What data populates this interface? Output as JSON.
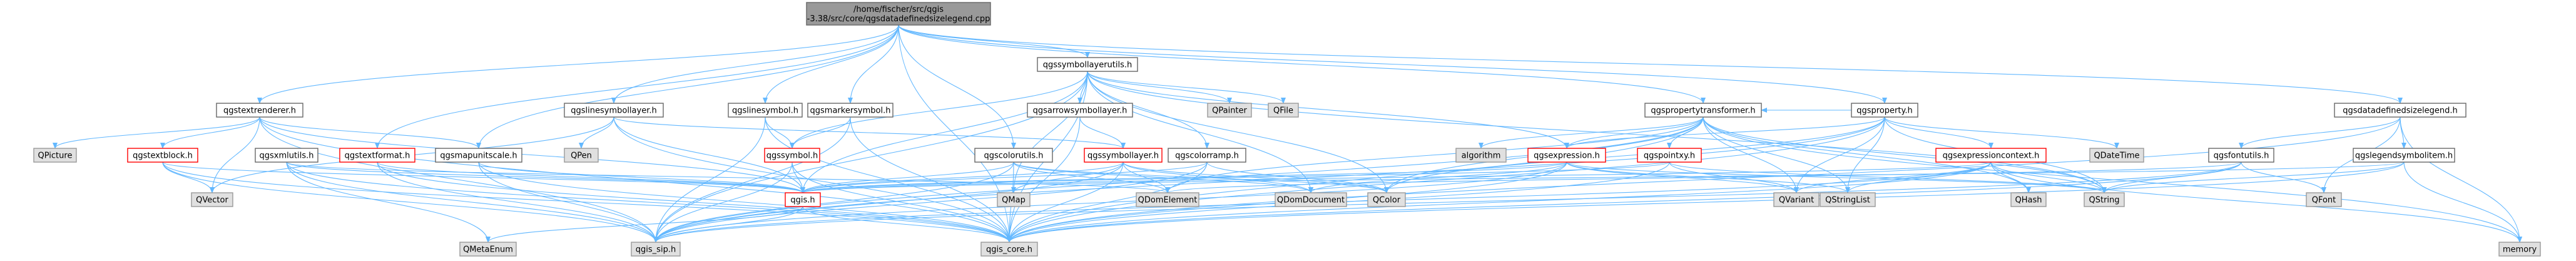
{
  "colors": {
    "root_fill": "#999999",
    "header_fill": "#ffffff",
    "header_border": "#666666",
    "red_border": "#ff0000",
    "external_fill": "#e0e0e0",
    "external_border": "#999999",
    "edge": "#63b8ff"
  },
  "nodes": {
    "root": {
      "lines": [
        "/home/fischer/src/qgis",
        "-3.38/src/core/qgsdatadefinedsizelegend.cpp"
      ],
      "kind": "root"
    },
    "qgssymbollayerutils": {
      "lines": [
        "qgssymbollayerutils.h"
      ],
      "kind": "header"
    },
    "qgstextrenderer": {
      "lines": [
        "qgstextrenderer.h"
      ],
      "kind": "header"
    },
    "qgslinesymbollayer": {
      "lines": [
        "qgslinesymbollayer.h"
      ],
      "kind": "header"
    },
    "qgslinesymbol": {
      "lines": [
        "qgslinesymbol.h"
      ],
      "kind": "header"
    },
    "qgsmarkersymbol": {
      "lines": [
        "qgsmarkersymbol.h"
      ],
      "kind": "header"
    },
    "qgsarrowsymbollayer": {
      "lines": [
        "qgsarrowsymbollayer.h"
      ],
      "kind": "header"
    },
    "qgspropertytransformer": {
      "lines": [
        "qgspropertytransformer.h"
      ],
      "kind": "header"
    },
    "qgsproperty": {
      "lines": [
        "qgsproperty.h"
      ],
      "kind": "header"
    },
    "qgsdatadefinedsizelegend": {
      "lines": [
        "qgsdatadefinedsizelegend.h"
      ],
      "kind": "header"
    },
    "qgstextblock": {
      "lines": [
        "qgstextblock.h"
      ],
      "kind": "red"
    },
    "qgsxmlutils": {
      "lines": [
        "qgsxmlutils.h"
      ],
      "kind": "header"
    },
    "qgstextformat": {
      "lines": [
        "qgstextformat.h"
      ],
      "kind": "red"
    },
    "qgsmapunitscale": {
      "lines": [
        "qgsmapunitscale.h"
      ],
      "kind": "header"
    },
    "qgssymbol": {
      "lines": [
        "qgssymbol.h"
      ],
      "kind": "red"
    },
    "qgscolorutils": {
      "lines": [
        "qgscolorutils.h"
      ],
      "kind": "header"
    },
    "qgssymbollayer": {
      "lines": [
        "qgssymbollayer.h"
      ],
      "kind": "red"
    },
    "qgscolorramp": {
      "lines": [
        "qgscolorramp.h"
      ],
      "kind": "header"
    },
    "qgsexpression": {
      "lines": [
        "qgsexpression.h"
      ],
      "kind": "red"
    },
    "qgspointxy": {
      "lines": [
        "qgspointxy.h"
      ],
      "kind": "red"
    },
    "qgsexpressioncontext": {
      "lines": [
        "qgsexpressioncontext.h"
      ],
      "kind": "red"
    },
    "qgsfontutils": {
      "lines": [
        "qgsfontutils.h"
      ],
      "kind": "header"
    },
    "qgslegendsymbolitem": {
      "lines": [
        "qgslegendsymbolitem.h"
      ],
      "kind": "header"
    },
    "qgis": {
      "lines": [
        "qgis.h"
      ],
      "kind": "red"
    },
    "QPicture": {
      "lines": [
        "QPicture"
      ],
      "kind": "external"
    },
    "QVector": {
      "lines": [
        "QVector"
      ],
      "kind": "external"
    },
    "QPen": {
      "lines": [
        "QPen"
      ],
      "kind": "external"
    },
    "QPainter": {
      "lines": [
        "QPainter"
      ],
      "kind": "external"
    },
    "QFile": {
      "lines": [
        "QFile"
      ],
      "kind": "external"
    },
    "algorithm": {
      "lines": [
        "algorithm"
      ],
      "kind": "external"
    },
    "QDateTime": {
      "lines": [
        "QDateTime"
      ],
      "kind": "external"
    },
    "QMap": {
      "lines": [
        "QMap"
      ],
      "kind": "external"
    },
    "QDomElement": {
      "lines": [
        "QDomElement"
      ],
      "kind": "external"
    },
    "QDomDocument": {
      "lines": [
        "QDomDocument"
      ],
      "kind": "external"
    },
    "QColor": {
      "lines": [
        "QColor"
      ],
      "kind": "external"
    },
    "QVariant": {
      "lines": [
        "QVariant"
      ],
      "kind": "external"
    },
    "QStringList": {
      "lines": [
        "QStringList"
      ],
      "kind": "external"
    },
    "QHash": {
      "lines": [
        "QHash"
      ],
      "kind": "external"
    },
    "QString": {
      "lines": [
        "QString"
      ],
      "kind": "external"
    },
    "QFont": {
      "lines": [
        "QFont"
      ],
      "kind": "external"
    },
    "QMetaEnum": {
      "lines": [
        "QMetaEnum"
      ],
      "kind": "external"
    },
    "qgis_sip": {
      "lines": [
        "qgis_sip.h"
      ],
      "kind": "external"
    },
    "qgis_core": {
      "lines": [
        "qgis_core.h"
      ],
      "kind": "external"
    },
    "memory": {
      "lines": [
        "memory"
      ],
      "kind": "external"
    }
  },
  "edges": [
    [
      "root",
      "qgssymbollayerutils"
    ],
    [
      "root",
      "qgstextrenderer"
    ],
    [
      "root",
      "qgslinesymbollayer"
    ],
    [
      "root",
      "qgslinesymbol"
    ],
    [
      "root",
      "qgsmarkersymbol"
    ],
    [
      "root",
      "qgscolorutils"
    ],
    [
      "root",
      "qgspropertytransformer"
    ],
    [
      "root",
      "qgsproperty"
    ],
    [
      "root",
      "qgsdatadefinedsizelegend"
    ],
    [
      "root",
      "qgis_core"
    ],
    [
      "root",
      "qgstextformat"
    ],
    [
      "root",
      "qgsmapunitscale"
    ],
    [
      "qgssymbollayerutils",
      "qgis_core"
    ],
    [
      "qgssymbollayerutils",
      "QPainter"
    ],
    [
      "qgssymbollayerutils",
      "QFile"
    ],
    [
      "qgssymbollayerutils",
      "qgssymbol"
    ],
    [
      "qgssymbollayerutils",
      "qgsarrowsymbollayer"
    ],
    [
      "qgssymbollayerutils",
      "qgscolorramp"
    ],
    [
      "qgssymbollayerutils",
      "QMap"
    ],
    [
      "qgssymbollayerutils",
      "QColor"
    ],
    [
      "qgssymbollayerutils",
      "QString"
    ],
    [
      "qgssymbollayerutils",
      "qgis_sip"
    ],
    [
      "qgssymbollayerutils",
      "qgis"
    ],
    [
      "qgssymbollayerutils",
      "QDomDocument"
    ],
    [
      "qgssymbollayerutils",
      "qgsexpression"
    ],
    [
      "qgstextrenderer",
      "QPicture"
    ],
    [
      "qgstextrenderer",
      "qgstextblock"
    ],
    [
      "qgstextrenderer",
      "QVector"
    ],
    [
      "qgstextrenderer",
      "qgis_core"
    ],
    [
      "qgstextrenderer",
      "qgis_sip"
    ],
    [
      "qgstextrenderer",
      "qgsmapunitscale"
    ],
    [
      "qgstextrenderer",
      "qgis"
    ],
    [
      "qgstextblock",
      "QVector"
    ],
    [
      "qgstextblock",
      "qgis_core"
    ],
    [
      "qgstextblock",
      "qgis_sip"
    ],
    [
      "qgstextblock",
      "qgis"
    ],
    [
      "qgsxmlutils",
      "qgis_core"
    ],
    [
      "qgsxmlutils",
      "qgis_sip"
    ],
    [
      "qgsxmlutils",
      "qgis"
    ],
    [
      "qgsxmlutils",
      "QDomElement"
    ],
    [
      "qgsxmlutils",
      "QMetaEnum"
    ],
    [
      "qgstextformat",
      "qgis_core"
    ],
    [
      "qgstextformat",
      "qgis"
    ],
    [
      "qgstextformat",
      "qgis_sip"
    ],
    [
      "qgsmapunitscale",
      "qgis_core"
    ],
    [
      "qgsmapunitscale",
      "qgis"
    ],
    [
      "qgsmapunitscale",
      "qgis_sip"
    ],
    [
      "qgslinesymbollayer",
      "QPen"
    ],
    [
      "qgslinesymbollayer",
      "qgis_core"
    ],
    [
      "qgslinesymbollayer",
      "qgis"
    ],
    [
      "qgslinesymbollayer",
      "qgssymbollayer"
    ],
    [
      "qgslinesymbollayer",
      "QVector"
    ],
    [
      "qgslinesymbol",
      "qgis_core"
    ],
    [
      "qgslinesymbol",
      "qgssymbol"
    ],
    [
      "qgslinesymbol",
      "qgis_sip"
    ],
    [
      "qgsmarkersymbol",
      "qgis_core"
    ],
    [
      "qgsmarkersymbol",
      "qgssymbol"
    ],
    [
      "qgsmarkersymbol",
      "qgis_sip"
    ],
    [
      "qgsarrowsymbollayer",
      "qgssymbollayer"
    ],
    [
      "qgsarrowsymbollayer",
      "qgis_core"
    ],
    [
      "qgssymbol",
      "qgis"
    ],
    [
      "qgssymbol",
      "qgis_core"
    ],
    [
      "qgssymbol",
      "qgis_sip"
    ],
    [
      "qgscolorutils",
      "qgis_core"
    ],
    [
      "qgscolorutils",
      "qgis"
    ],
    [
      "qgscolorutils",
      "QColor"
    ],
    [
      "qgscolorutils",
      "QDomElement"
    ],
    [
      "qgscolorutils",
      "QDomDocument"
    ],
    [
      "qgscolorutils",
      "qgis_sip"
    ],
    [
      "qgssymbollayer",
      "qgis"
    ],
    [
      "qgssymbollayer",
      "qgis_core"
    ],
    [
      "qgssymbollayer",
      "QMap"
    ],
    [
      "qgssymbollayer",
      "QColor"
    ],
    [
      "qgssymbollayer",
      "QDomDocument"
    ],
    [
      "qgssymbollayer",
      "QDomElement"
    ],
    [
      "qgssymbollayer",
      "qgis_sip"
    ],
    [
      "qgscolorramp",
      "qgis_core"
    ],
    [
      "qgscolorramp",
      "QColor"
    ],
    [
      "qgscolorramp",
      "qgis"
    ],
    [
      "qgscolorramp",
      "qgis_sip"
    ],
    [
      "qgspropertytransformer",
      "algorithm"
    ],
    [
      "qgspropertytransformer",
      "qgsexpression"
    ],
    [
      "qgspropertytransformer",
      "qgspointxy"
    ],
    [
      "qgspropertytransformer",
      "qgis_core"
    ],
    [
      "qgspropertytransformer",
      "QVariant"
    ],
    [
      "qgspropertytransformer",
      "QHash"
    ],
    [
      "qgspropertytransformer",
      "QString"
    ],
    [
      "qgspropertytransformer",
      "QStringList"
    ],
    [
      "qgspropertytransformer",
      "QDomElement"
    ],
    [
      "qgspropertytransformer",
      "QColor"
    ],
    [
      "qgspropertytransformer",
      "memory"
    ],
    [
      "qgspropertytransformer",
      "qgis_sip"
    ],
    [
      "qgsproperty",
      "qgis_core"
    ],
    [
      "qgsproperty",
      "qgsexpression"
    ],
    [
      "qgsproperty",
      "qgspropertytransformer"
    ],
    [
      "qgsproperty",
      "qgsexpressioncontext"
    ],
    [
      "qgsproperty",
      "QVariant"
    ],
    [
      "qgsproperty",
      "QDateTime"
    ],
    [
      "qgsproperty",
      "QColor"
    ],
    [
      "qgsproperty",
      "qgis_sip"
    ],
    [
      "qgsproperty",
      "QString"
    ],
    [
      "qgsproperty",
      "QStringList"
    ],
    [
      "qgsexpression",
      "QVariant"
    ],
    [
      "qgsexpression",
      "qgis_core"
    ],
    [
      "qgsexpression",
      "QStringList"
    ],
    [
      "qgsexpression",
      "QDomDocument"
    ],
    [
      "qgsexpression",
      "qgis"
    ],
    [
      "qgsexpression",
      "QString"
    ],
    [
      "qgsexpression",
      "qgis_sip"
    ],
    [
      "qgspointxy",
      "qgis_core"
    ],
    [
      "qgspointxy",
      "qgis"
    ],
    [
      "qgspointxy",
      "QString"
    ],
    [
      "qgspointxy",
      "QVariant"
    ],
    [
      "qgsexpressioncontext",
      "QVariant"
    ],
    [
      "qgsexpressioncontext",
      "qgis_core"
    ],
    [
      "qgsexpressioncontext",
      "QHash"
    ],
    [
      "qgsexpressioncontext",
      "QString"
    ],
    [
      "qgsexpressioncontext",
      "QStringList"
    ],
    [
      "qgsexpressioncontext",
      "qgis_sip"
    ],
    [
      "qgsexpressioncontext",
      "qgis"
    ],
    [
      "qgsexpressioncontext",
      "memory"
    ],
    [
      "qgsdatadefinedsizelegend",
      "qgslegendsymbolitem"
    ],
    [
      "qgsdatadefinedsizelegend",
      "QFont"
    ],
    [
      "qgsdatadefinedsizelegend",
      "qgis_core"
    ],
    [
      "qgsdatadefinedsizelegend",
      "memory"
    ],
    [
      "qgsdatadefinedsizelegend",
      "qgsfontutils"
    ],
    [
      "qgsfontutils",
      "QFont"
    ],
    [
      "qgsfontutils",
      "QString"
    ],
    [
      "qgsfontutils",
      "qgis_core"
    ],
    [
      "qgsfontutils",
      "qgis_sip"
    ],
    [
      "qgsfontutils",
      "QDomElement"
    ],
    [
      "qgslegendsymbolitem",
      "qgis_core"
    ],
    [
      "qgslegendsymbolitem",
      "memory"
    ],
    [
      "qgslegendsymbolitem",
      "QString"
    ],
    [
      "qgslegendsymbolitem",
      "qgis"
    ],
    [
      "qgis",
      "QMetaEnum"
    ],
    [
      "qgis",
      "qgis_sip"
    ],
    [
      "qgis",
      "qgis_core"
    ]
  ]
}
